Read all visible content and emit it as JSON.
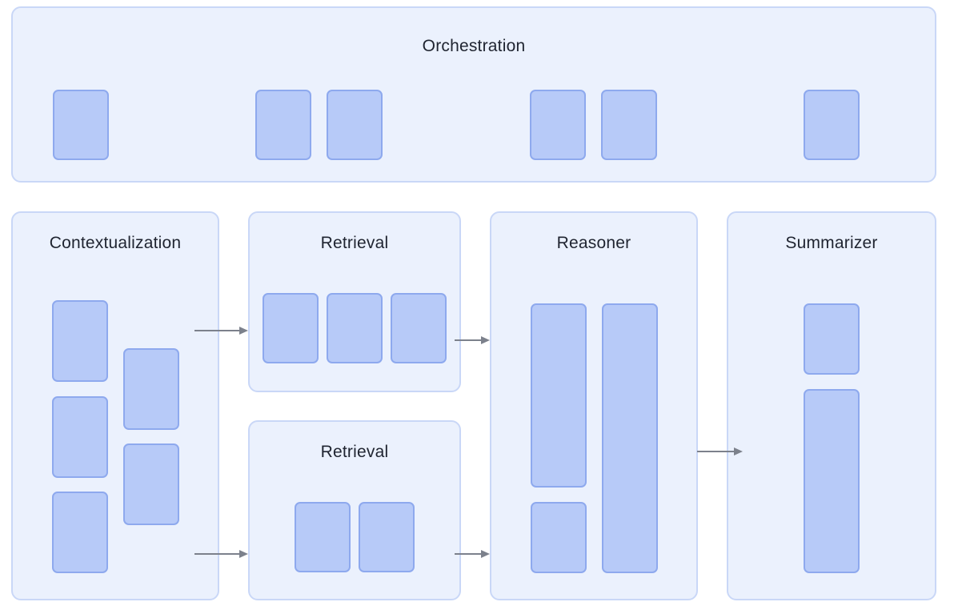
{
  "panels": {
    "orchestration": {
      "title": "Orchestration"
    },
    "contextualization": {
      "title": "Contextualization"
    },
    "retrieval_top": {
      "title": "Retrieval"
    },
    "retrieval_bottom": {
      "title": "Retrieval"
    },
    "reasoner": {
      "title": "Reasoner"
    },
    "summarizer": {
      "title": "Summarizer"
    }
  },
  "colors": {
    "panel_fill": "#ebf1fd",
    "panel_border": "#c9d7f7",
    "block_fill": "#b7caf8",
    "block_border": "#8ea9ee",
    "arrow": "#7c818c",
    "text": "#1f2430"
  }
}
